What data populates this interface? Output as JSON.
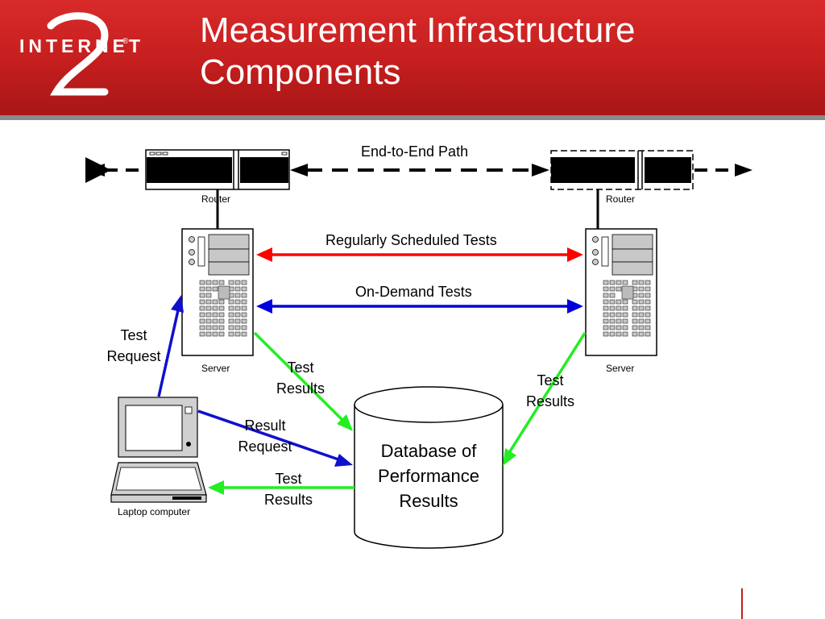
{
  "slide": {
    "title_line1": "Measurement Infrastructure",
    "title_line2": "Components",
    "logo_text": "INTERNET",
    "logo_mark": "®"
  },
  "diagram": {
    "path_label": "End-to-End Path",
    "router_left_label": "Router",
    "router_right_label": "Router",
    "server_left_label": "Server",
    "server_right_label": "Server",
    "scheduled_tests_label": "Regularly Scheduled Tests",
    "on_demand_tests_label": "On-Demand Tests",
    "test_request_line1": "Test",
    "test_request_line2": "Request",
    "left_results_line1": "Test",
    "left_results_line2": "Results",
    "right_results_line1": "Test",
    "right_results_line2": "Results",
    "result_request_line1": "Result",
    "result_request_line2": "Request",
    "laptop_results_line1": "Test",
    "laptop_results_line2": "Results",
    "database_line1": "Database of",
    "database_line2": "Performance",
    "database_line3": "Results",
    "laptop_label": "Laptop computer"
  },
  "colors": {
    "header_red": "#c41e1e",
    "scheduled_arrow": "#ff0000",
    "on_demand_arrow": "#0000dd",
    "results_arrow": "#22ee22",
    "request_arrow": "#1010cc"
  }
}
